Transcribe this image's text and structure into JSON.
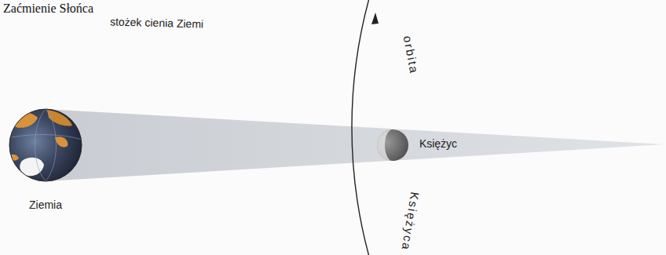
{
  "diagram": {
    "title": "Zaćmienie Słońca",
    "labels": [
      "stożek cienia Ziemi",
      "orbita",
      "Księżyca",
      "Księżyc",
      "Ziemia"
    ]
  }
}
